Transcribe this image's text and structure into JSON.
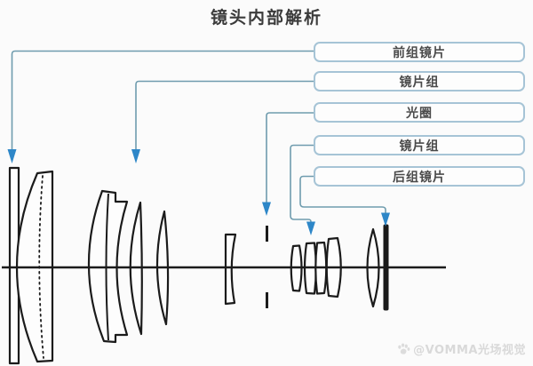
{
  "title": "镜头内部解析",
  "labels": [
    {
      "id": "front-group",
      "text": "前组镜片"
    },
    {
      "id": "lens-group-1",
      "text": "镜片组"
    },
    {
      "id": "aperture",
      "text": "光圈"
    },
    {
      "id": "lens-group-2",
      "text": "镜片组"
    },
    {
      "id": "rear-group",
      "text": "后组镜片"
    }
  ],
  "watermark": {
    "icon": "paw-icon",
    "text": "@VOMMA光场视觉"
  },
  "diagram": {
    "components": [
      "front-flat-element",
      "front-doublet-lens",
      "mid-flanged-doublet",
      "mid-meniscus-1",
      "mid-meniscus-2",
      "field-thin-lens",
      "aperture-dashes",
      "rear-lens-cluster",
      "rear-biconvex-lens",
      "rear-flat-element",
      "optical-axis"
    ]
  },
  "colors": {
    "background": "#fbfbfb",
    "label_border": "#a6c4d6",
    "label_text": "#4a4a4a",
    "title_text": "#3b3b3b",
    "connector_line": "#6f9cae",
    "arrowhead": "#2e87c8",
    "diagram_stroke": "#1b1b1b",
    "watermark_text": "#d9d9d9"
  }
}
